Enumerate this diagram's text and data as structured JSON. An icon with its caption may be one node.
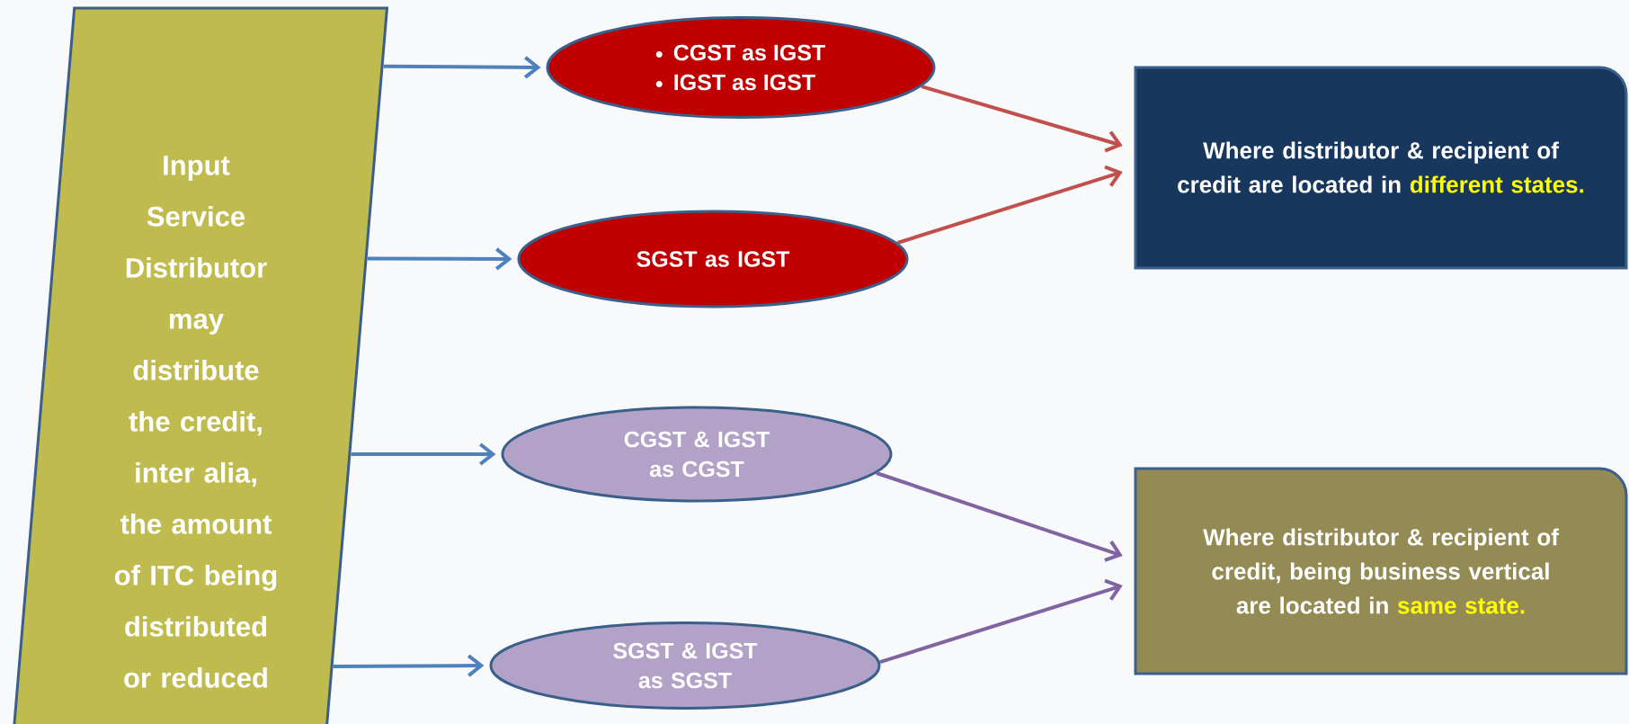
{
  "diagram": {
    "nodes": [
      {
        "text": [
          "Input Service Distributor may distribute the credit, inter alia, the amount of ITC being distributed or reduced"
        ]
      },
      {
        "text": [
          "CGST as IGST",
          "IGST as IGST"
        ]
      },
      {
        "text": [
          "SGST as IGST"
        ]
      },
      {
        "text": [
          "CGST & IGST as CGST"
        ]
      },
      {
        "text": [
          "SGST & IGST as SGST"
        ]
      },
      {
        "text": [
          "Where distributor & recipient of credit  are located in",
          "different states."
        ]
      },
      {
        "text": [
          "Where distributor & recipient of credit, being business vertical are located in",
          "same state."
        ]
      }
    ],
    "edges": [
      {
        "from": 0,
        "to": 1,
        "arrow": "to"
      },
      {
        "from": 0,
        "to": 2,
        "arrow": "to"
      },
      {
        "from": 0,
        "to": 3,
        "arrow": "to"
      },
      {
        "from": 0,
        "to": 4,
        "arrow": "to"
      },
      {
        "from": 1,
        "to": 5,
        "arrow": "to",
        "color": "#c0504d"
      },
      {
        "from": 2,
        "to": 5,
        "arrow": "to",
        "color": "#c0504d"
      },
      {
        "from": 3,
        "to": 6,
        "arrow": "to",
        "color": "#8064a2"
      },
      {
        "from": 4,
        "to": 6,
        "arrow": "to",
        "color": "#8064a2"
      }
    ]
  }
}
